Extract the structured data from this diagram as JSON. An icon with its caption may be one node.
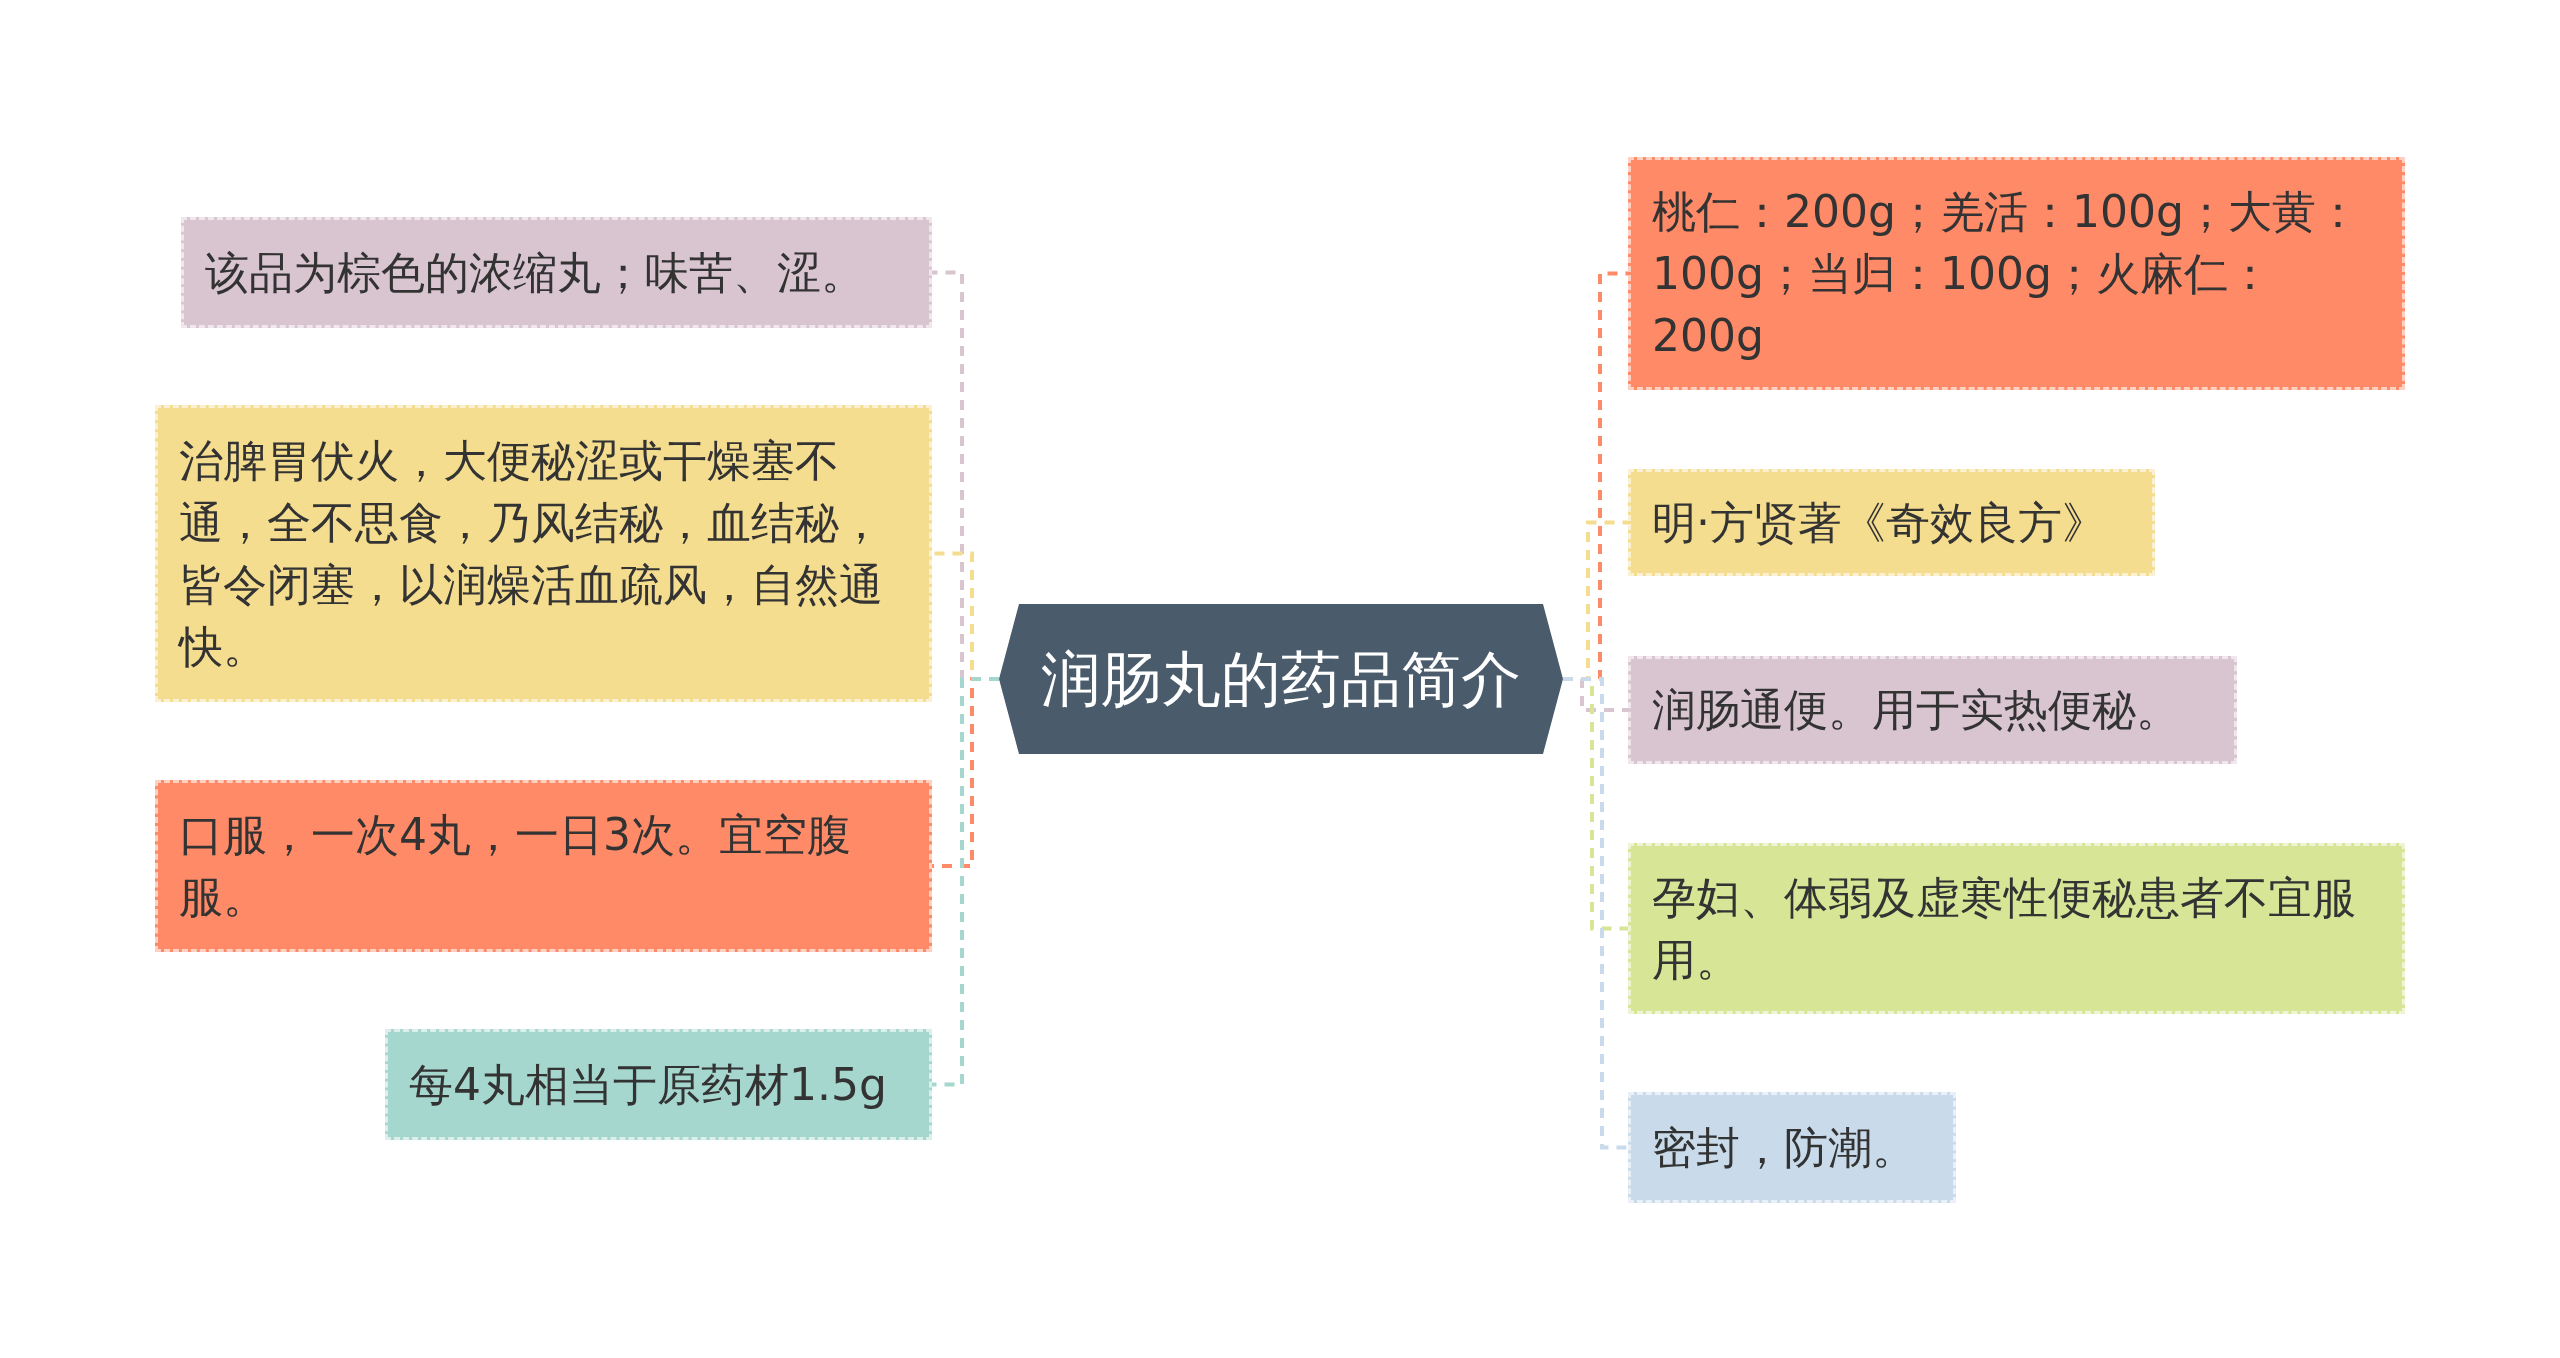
{
  "diagram": {
    "nodes": [
      {
        "text": [
          "润肠丸的药品简介"
        ]
      },
      {
        "text": [
          "该品为棕色的浓缩丸；味苦、涩。"
        ]
      },
      {
        "text": [
          "治脾胃伏火，大便秘涩或干燥塞不通，全不思食，乃风结秘，血结秘，皆令闭塞，以润燥活血疏风，自然通快。"
        ]
      },
      {
        "text": [
          "口服，一次4丸，一日3次。宜空腹服。"
        ]
      },
      {
        "text": [
          "每4丸相当于原药材1.5g"
        ]
      },
      {
        "text": [
          "桃仁：200g；羌活：100g；大黄：100g；当归：100g；火麻仁：200g"
        ]
      },
      {
        "text": [
          "明·方贤著《奇效良方》"
        ]
      },
      {
        "text": [
          "润肠通便。用于实热便秘。"
        ]
      },
      {
        "text": [
          "孕妇、体弱及虚寒性便秘患者不宜服用。"
        ]
      },
      {
        "text": [
          "密封，防潮。"
        ]
      }
    ],
    "edges": [
      {
        "from": 0,
        "to": 1,
        "arrow": "none",
        "color": "#d8c5cf"
      },
      {
        "from": 0,
        "to": 2,
        "arrow": "none",
        "color": "#f5dd8f"
      },
      {
        "from": 0,
        "to": 3,
        "arrow": "none",
        "color": "#fe8a67"
      },
      {
        "from": 0,
        "to": 4,
        "arrow": "none",
        "color": "#a6d7cf"
      },
      {
        "from": 0,
        "to": 5,
        "arrow": "none",
        "color": "#fe8a67"
      },
      {
        "from": 0,
        "to": 6,
        "arrow": "none",
        "color": "#f5dd8f"
      },
      {
        "from": 0,
        "to": 7,
        "arrow": "none",
        "color": "#d8c5cf"
      },
      {
        "from": 0,
        "to": 8,
        "arrow": "none",
        "color": "#d6e596"
      },
      {
        "from": 0,
        "to": 9,
        "arrow": "none",
        "color": "#c9dbeb"
      }
    ]
  }
}
